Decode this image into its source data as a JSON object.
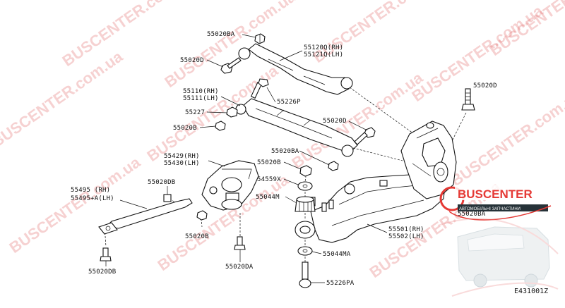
{
  "watermark": {
    "text": "BUSCENTER.com.ua",
    "color": "#e57373"
  },
  "labels": {
    "p55020BA_top": "55020BA",
    "p55020D_left": "55020D",
    "p55120Q": "55120Q(RH)",
    "p55121Q": "55121Q(LH)",
    "p55110": "55110(RH)",
    "p55111": "55111(LH)",
    "p55226P": "55226P",
    "p55227": "55227",
    "p55020B_left": "55020B",
    "p55020D_right_top": "55020D",
    "p55020D_mid": "55020D",
    "p55020BA_mid": "55020BA",
    "p55429": "55429(RH)",
    "p55430": "55430(LH)",
    "p55020B_mid": "55020B",
    "p54559X": "54559X",
    "p55044M": "55044M",
    "p55020DB_top": "55020DB",
    "p55495": "55495  (RH)",
    "p55495A": "55495+A(LH)",
    "p55020B_low": "55020B",
    "p55020DB_low": "55020DB",
    "p55020DA": "55020DA",
    "p55044MA": "55044MA",
    "p55226PA": "55226PA",
    "p55501": "55501(RH)",
    "p55502": "55502(LH)",
    "p55020BA_right": "55020BA"
  },
  "logo": {
    "name": "BUSCENTER",
    "tagline": "АВТОМОБІЛЬНІ ЗАПЧАСТИНИ",
    "brand_color": "#e53935",
    "dark_color": "#263238"
  },
  "diagram_code": "E431001Z"
}
